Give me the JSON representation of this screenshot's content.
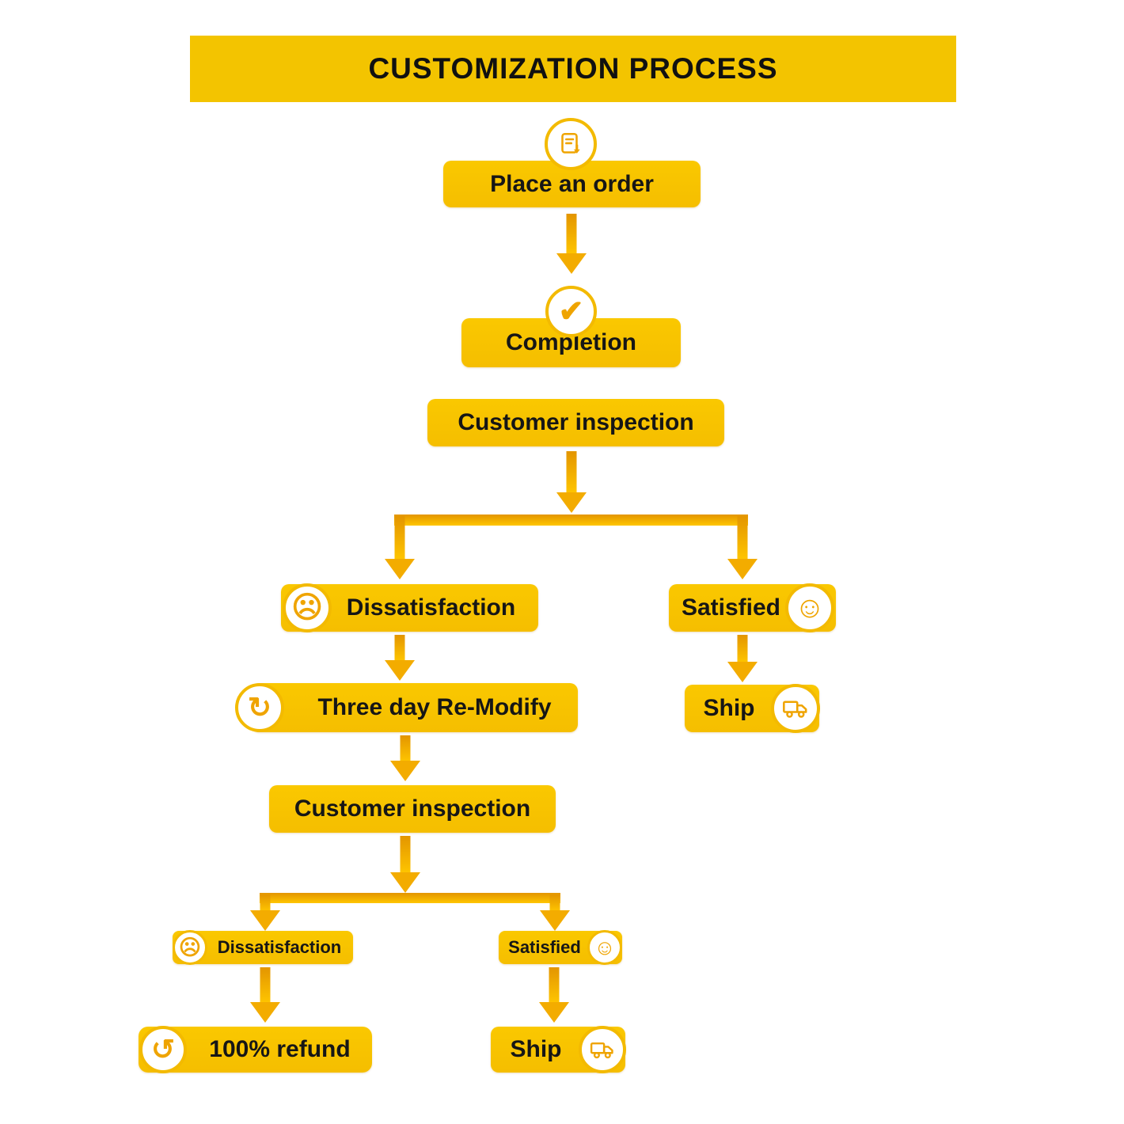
{
  "title": "CUSTOMIZATION PROCESS",
  "colors": {
    "gold": "#F5BE00",
    "gold_deep": "#E39500",
    "arrow": "#F3AC00",
    "text": "#161616",
    "background": "#FFFFFF"
  },
  "nodes": {
    "place_order": "Place an order",
    "completion": "Completion",
    "customer_inspection_1": "Customer inspection",
    "dissatisfaction_1": "Dissatisfaction",
    "satisfied_1": "Satisfied",
    "remodify": "Three day Re-Modify",
    "ship_1": "Ship",
    "customer_inspection_2": "Customer inspection",
    "dissatisfaction_2": "Dissatisfaction",
    "satisfied_2": "Satisfied",
    "refund": "100% refund",
    "ship_2": "Ship"
  },
  "icons": {
    "check": "✔",
    "sad_face": "☹",
    "smiley_face": "☺",
    "redo": "↻",
    "refund": "↺"
  }
}
